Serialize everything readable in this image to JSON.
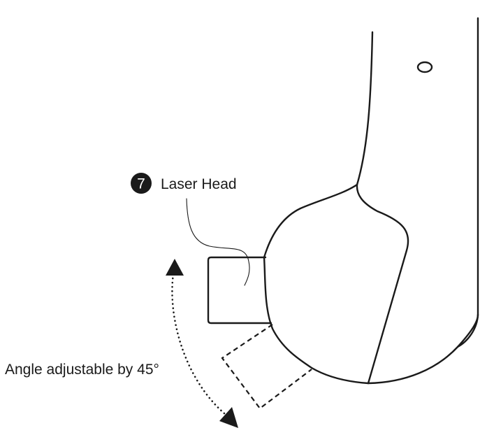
{
  "callout": {
    "number": "7",
    "label": "Laser Head"
  },
  "annotation": {
    "angle_text": "Angle adjustable by 45°"
  },
  "colors": {
    "ink": "#1a1a1a",
    "background": "#ffffff"
  }
}
